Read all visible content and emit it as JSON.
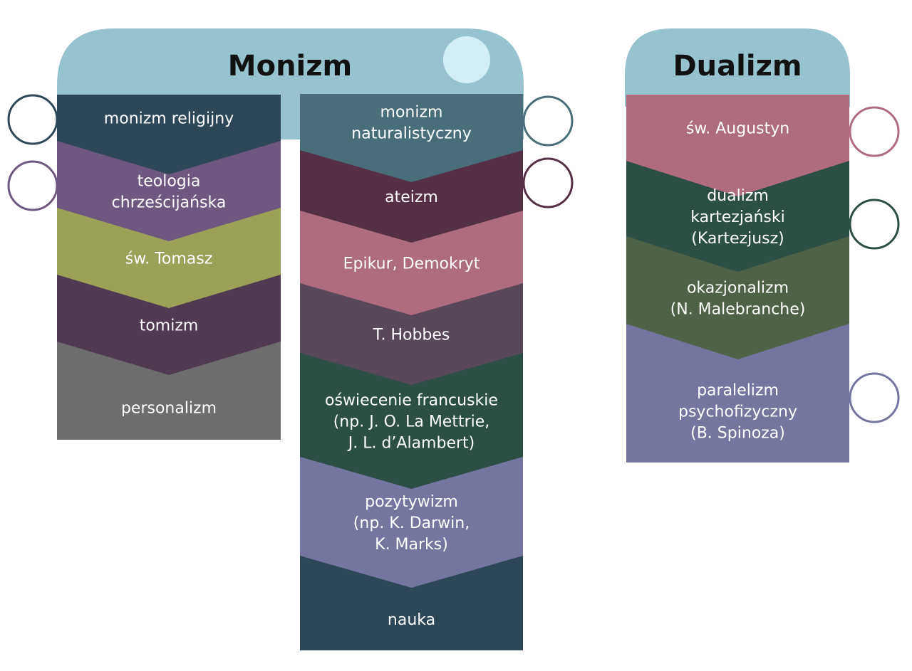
{
  "colors": {
    "header": "#97c3cf",
    "deco_circle": "#d4eef6",
    "dark_navy": "#2e4756",
    "purple": "#6e5880",
    "olive": "#9ca158",
    "plum": "#503a52",
    "gray": "#6d6d6d",
    "teal": "#4a6e79",
    "wine": "#552f44",
    "rose": "#ae6c7e",
    "mauve": "#58485a",
    "forest": "#2d4e45",
    "slate": "#7476a0",
    "moss": "#4f6247"
  },
  "monizm": {
    "title": "Monizm",
    "left_column": [
      {
        "lines": [
          "monizm religijny"
        ],
        "color": "#2e4756"
      },
      {
        "lines": [
          "teologia",
          "chrześcijańska"
        ],
        "color": "#6e5880"
      },
      {
        "lines": [
          "św. Tomasz"
        ],
        "color": "#9ca158"
      },
      {
        "lines": [
          "tomizm"
        ],
        "color": "#503a52"
      },
      {
        "lines": [
          "personalizm"
        ],
        "color": "#6d6d6d"
      }
    ],
    "right_column": [
      {
        "lines": [
          "monizm",
          "naturalistyczny"
        ],
        "color": "#4a6e79"
      },
      {
        "lines": [
          "ateizm"
        ],
        "color": "#552f44"
      },
      {
        "lines": [
          "Epikur, Demokryt"
        ],
        "color": "#ae6c7e"
      },
      {
        "lines": [
          "T. Hobbes"
        ],
        "color": "#58485a"
      },
      {
        "lines": [
          "oświecenie francuskie",
          "(np. J. O. La Mettrie,",
          "J. L. d’Alambert)"
        ],
        "color": "#2d4e45"
      },
      {
        "lines": [
          "pozytywizm",
          "(np. K. Darwin,",
          "K. Marks)"
        ],
        "color": "#7476a0"
      },
      {
        "lines": [
          "nauka"
        ],
        "color": "#2e4756"
      }
    ]
  },
  "dualizm": {
    "title": "Dualizm",
    "column": [
      {
        "lines": [
          "św. Augustyn"
        ],
        "color": "#ae6c7e"
      },
      {
        "lines": [
          "dualizm",
          "kartezjański",
          "(Kartezjusz)"
        ],
        "color": "#2d4e45"
      },
      {
        "lines": [
          "okazjonalizm",
          "(N. Malebranche)"
        ],
        "color": "#4f6247"
      },
      {
        "lines": [
          "paralelizm",
          "psychofizyczny",
          "(B. Spinoza)"
        ],
        "color": "#7476a0"
      }
    ]
  }
}
